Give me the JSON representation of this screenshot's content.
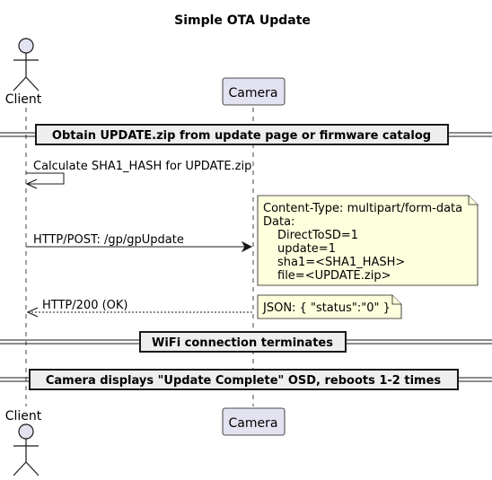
{
  "title": "Simple OTA Update",
  "participants": {
    "client": "Client",
    "camera": "Camera"
  },
  "dividers": [
    "Obtain UPDATE.zip from update page or firmware catalog",
    "WiFi connection terminates",
    "Camera displays \"Update Complete\" OSD, reboots 1-2 times"
  ],
  "messages": [
    {
      "label": "Calculate SHA1_HASH for UPDATE.zip",
      "kind": "self"
    },
    {
      "label": "HTTP/POST: /gp/gpUpdate",
      "kind": "request"
    },
    {
      "label": "HTTP/200 (OK)",
      "kind": "response"
    }
  ],
  "notes": {
    "request": [
      "Content-Type: multipart/form-data",
      "Data:",
      "DirectToSD=1",
      "update=1",
      "sha1=<SHA1_HASH>",
      "file=<UPDATE.zip>"
    ],
    "response": [
      "JSON: { \"status\":\"0\" }"
    ]
  },
  "colors": {
    "participant_fill": "#E2E2F0",
    "participant_border": "#181818",
    "note_fill": "#FEFFDD",
    "lifeline": "#181818",
    "divider_box": "#EEEEEE"
  }
}
